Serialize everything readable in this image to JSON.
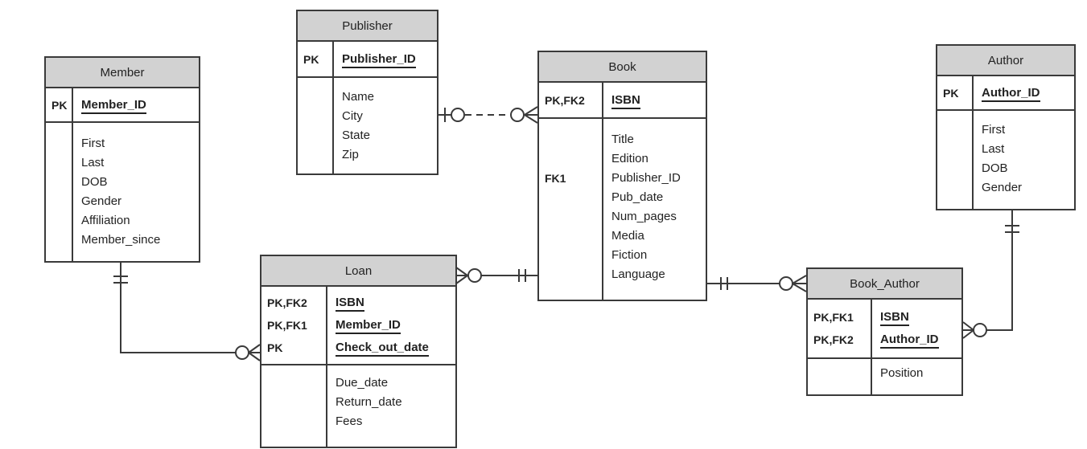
{
  "diagram": {
    "kind": "entity-relationship-diagram",
    "notation": "crows-foot"
  },
  "colors": {
    "header_fill": "#d2d2d2",
    "border": "#3a3a3a",
    "text": "#222222",
    "background": "#ffffff"
  },
  "entities": {
    "member": {
      "title": "Member",
      "keys": [
        {
          "tag": "PK",
          "name": "Member_ID"
        }
      ],
      "attributes": [
        {
          "tag": "",
          "name": "First"
        },
        {
          "tag": "",
          "name": "Last"
        },
        {
          "tag": "",
          "name": "DOB"
        },
        {
          "tag": "",
          "name": "Gender"
        },
        {
          "tag": "",
          "name": "Affiliation"
        },
        {
          "tag": "",
          "name": "Member_since"
        }
      ]
    },
    "publisher": {
      "title": "Publisher",
      "keys": [
        {
          "tag": "PK",
          "name": "Publisher_ID"
        }
      ],
      "attributes": [
        {
          "tag": "",
          "name": "Name"
        },
        {
          "tag": "",
          "name": "City"
        },
        {
          "tag": "",
          "name": "State"
        },
        {
          "tag": "",
          "name": "Zip"
        }
      ]
    },
    "book": {
      "title": "Book",
      "keys": [
        {
          "tag": "PK,FK2",
          "name": "ISBN"
        }
      ],
      "attributes": [
        {
          "tag": "",
          "name": "Title"
        },
        {
          "tag": "",
          "name": "Edition"
        },
        {
          "tag": "FK1",
          "name": "Publisher_ID"
        },
        {
          "tag": "",
          "name": "Pub_date"
        },
        {
          "tag": "",
          "name": "Num_pages"
        },
        {
          "tag": "",
          "name": "Media"
        },
        {
          "tag": "",
          "name": "Fiction"
        },
        {
          "tag": "",
          "name": "Language"
        }
      ]
    },
    "author": {
      "title": "Author",
      "keys": [
        {
          "tag": "PK",
          "name": "Author_ID"
        }
      ],
      "attributes": [
        {
          "tag": "",
          "name": "First"
        },
        {
          "tag": "",
          "name": "Last"
        },
        {
          "tag": "",
          "name": "DOB"
        },
        {
          "tag": "",
          "name": "Gender"
        }
      ]
    },
    "loan": {
      "title": "Loan",
      "keys": [
        {
          "tag": "PK,FK2",
          "name": "ISBN"
        },
        {
          "tag": "PK,FK1",
          "name": "Member_ID"
        },
        {
          "tag": "PK",
          "name": "Check_out_date"
        }
      ],
      "attributes": [
        {
          "tag": "",
          "name": "Due_date"
        },
        {
          "tag": "",
          "name": "Return_date"
        },
        {
          "tag": "",
          "name": "Fees"
        }
      ]
    },
    "book_author": {
      "title": "Book_Author",
      "keys": [
        {
          "tag": "PK,FK1",
          "name": "ISBN"
        },
        {
          "tag": "PK,FK2",
          "name": "Author_ID"
        }
      ],
      "attributes": [
        {
          "tag": "",
          "name": "Position"
        }
      ]
    }
  },
  "relationships": [
    {
      "from": "Publisher",
      "to": "Book",
      "from_cardinality": "zero or one",
      "to_cardinality": "zero or many",
      "line_style": "dashed"
    },
    {
      "from": "Member",
      "to": "Loan",
      "from_cardinality": "one and only one",
      "to_cardinality": "zero or many",
      "line_style": "solid"
    },
    {
      "from": "Book",
      "to": "Loan",
      "from_cardinality": "one and only one",
      "to_cardinality": "zero or many",
      "line_style": "solid"
    },
    {
      "from": "Book",
      "to": "Book_Author",
      "from_cardinality": "one and only one",
      "to_cardinality": "zero or many",
      "line_style": "solid"
    },
    {
      "from": "Author",
      "to": "Book_Author",
      "from_cardinality": "one and only one",
      "to_cardinality": "zero or many",
      "line_style": "solid"
    }
  ]
}
